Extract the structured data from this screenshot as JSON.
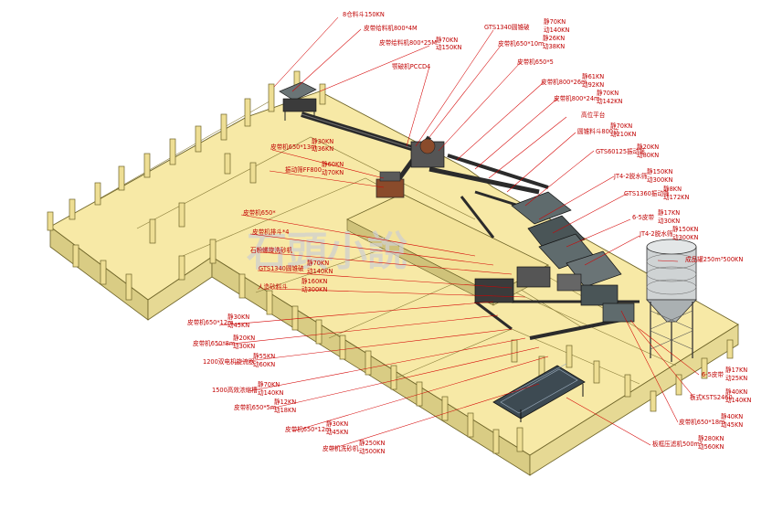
{
  "colors": {
    "leader": "#d40000",
    "plate": "#f7e9a6",
    "plate_edge": "#6e6428",
    "plate_side": "#cfc27a",
    "pillar": "#eede94",
    "machine": "#3b3b3b",
    "machine_alt": "#6a7476",
    "watermark": "#c9c9c9"
  },
  "watermark": "石頭小說",
  "annotations": [
    {
      "id": "a1",
      "text": "8仓料斗150KN"
    },
    {
      "id": "a2",
      "text": "皮带给料机800*4M"
    },
    {
      "id": "a3",
      "text": "皮带给料机800*25M",
      "s": "静70KN",
      "d": "动150KN"
    },
    {
      "id": "a4",
      "text": "颚破机PCCD4"
    },
    {
      "id": "a5",
      "text": "GTS1340圆锥破",
      "s": "静70KN",
      "d": "动140KN"
    },
    {
      "id": "a6",
      "text": "皮带机650*10m",
      "s": "静26KN",
      "d": "动38KN"
    },
    {
      "id": "a7",
      "text": "皮带机650*5"
    },
    {
      "id": "a8",
      "text": "皮带机800*26m",
      "s": "静61KN",
      "d": "动92KN"
    },
    {
      "id": "a9",
      "text": "皮带机800*24m",
      "s": "静70KN",
      "d": "动142KN"
    },
    {
      "id": "a10",
      "text": "高位平台"
    },
    {
      "id": "a11",
      "text": "圆锥料斗800立",
      "s": "静70KN",
      "d": "动210KN"
    },
    {
      "id": "a12",
      "text": "皮带机650*13m",
      "s": "静30KN",
      "d": "动36KN"
    },
    {
      "id": "a13",
      "text": "振动筛FF800",
      "s": "静60KN",
      "d": "动70KN"
    },
    {
      "id": "a14",
      "text": "GTS60125振动筛",
      "s": "静20KN",
      "d": "动80KN"
    },
    {
      "id": "a15",
      "text": "JT4-2脱水筛",
      "s": "静150KN",
      "d": "动300KN"
    },
    {
      "id": "a16",
      "text": "GTS1360振动筛",
      "s": "静8KN",
      "d": "动172KN"
    },
    {
      "id": "a17",
      "text": "皮带机650*"
    },
    {
      "id": "a18",
      "text": "6-5皮带",
      "s": "静17KN",
      "d": "动30KN"
    },
    {
      "id": "a19",
      "text": "JT4-2脱水筛",
      "s": "静150KN",
      "d": "动300KN"
    },
    {
      "id": "a20",
      "text": "皮带机排斗*4"
    },
    {
      "id": "a21",
      "text": "石粉螺旋洗砂机"
    },
    {
      "id": "a22",
      "text": "GTS1340圆锥破",
      "s": "静70KN",
      "d": "动140KN"
    },
    {
      "id": "a23",
      "text": "人造砂料斗",
      "s": "静160KN",
      "d": "动300KN"
    },
    {
      "id": "a24",
      "text": "成品罐250m³500KN"
    },
    {
      "id": "a25",
      "text": "皮带机650*12m",
      "s": "静30KN",
      "d": "动45KN"
    },
    {
      "id": "a26",
      "text": "皮带机650*8m",
      "s": "静20KN",
      "d": "动30KN"
    },
    {
      "id": "a27",
      "text": "1200双电机旋流器",
      "s": "静55KN",
      "d": "动60KN"
    },
    {
      "id": "a28",
      "text": "1500高效浓缩槽",
      "s": "静70KN",
      "d": "动140KN"
    },
    {
      "id": "a29",
      "text": "皮带机650*5m",
      "s": "静12KN",
      "d": "动18KN"
    },
    {
      "id": "a30",
      "text": "皮带机650*12m",
      "s": "静30KN",
      "d": "动45KN"
    },
    {
      "id": "a31",
      "text": "皮带机洗砂机",
      "s": "静250KN",
      "d": "动500KN"
    },
    {
      "id": "a32",
      "text": "6-5皮带",
      "s": "静17KN",
      "d": "动25KN"
    },
    {
      "id": "a33",
      "text": "板式KSTS2460",
      "s": "静40KN",
      "d": "动140KN"
    },
    {
      "id": "a34",
      "text": "皮带机650*18m",
      "s": "静40KN",
      "d": "动45KN"
    },
    {
      "id": "a35",
      "text": "板框压滤机500m²",
      "s": "静280KN",
      "d": "动560KN"
    }
  ]
}
